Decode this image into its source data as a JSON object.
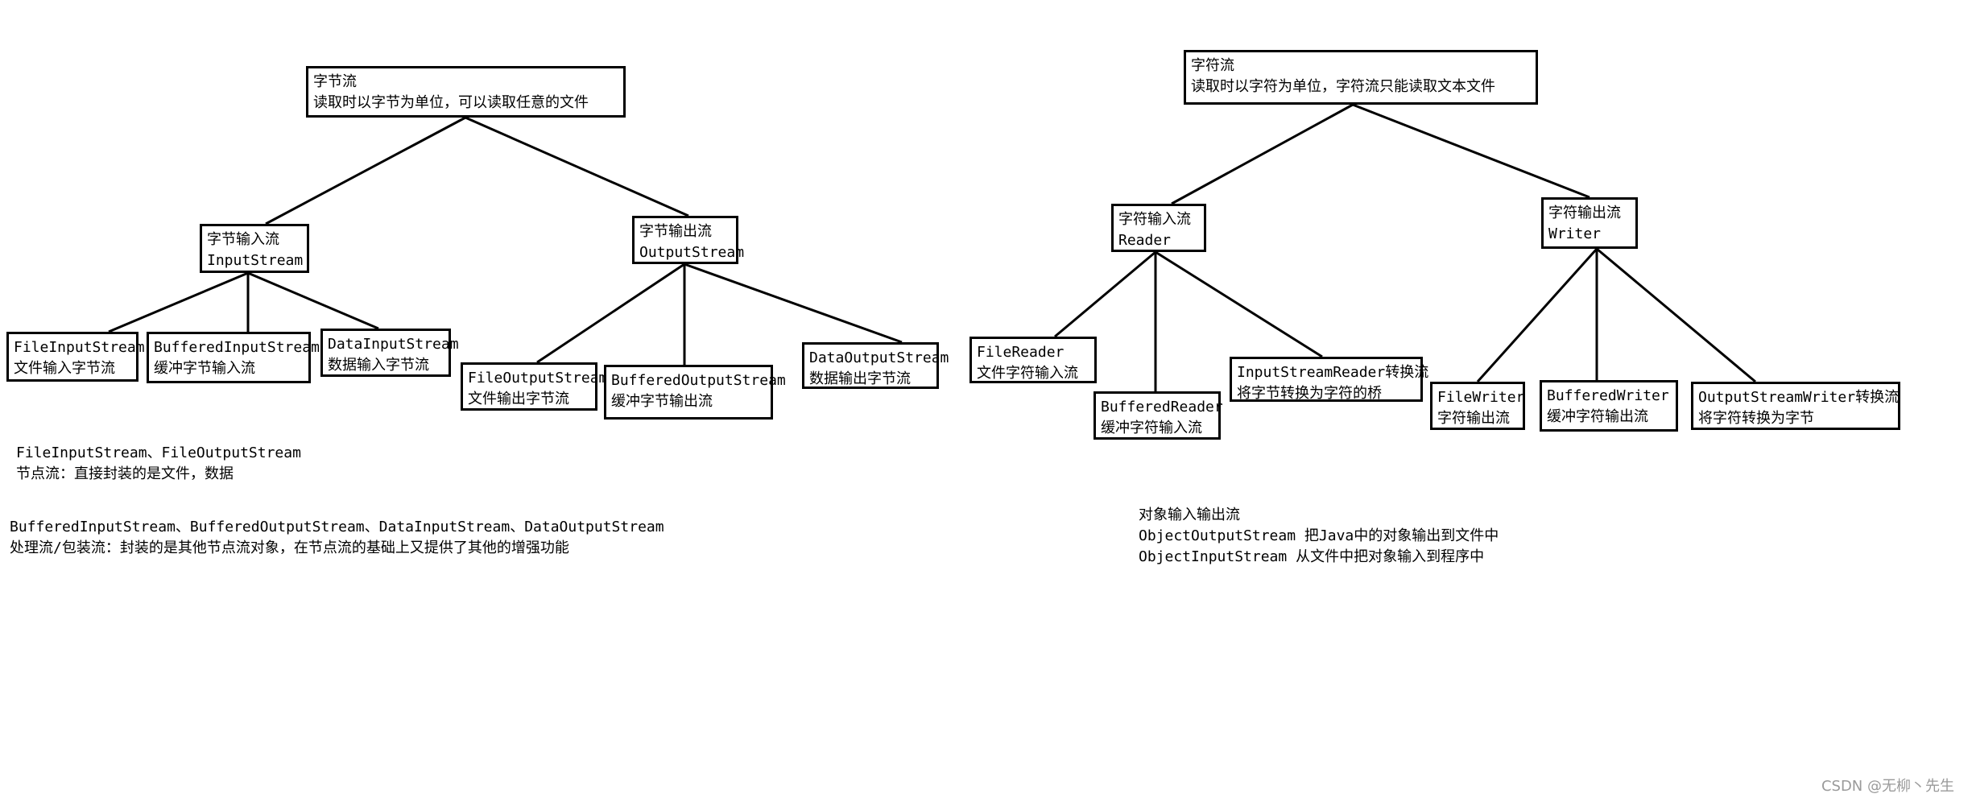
{
  "byte": {
    "root": {
      "line1": "字节流",
      "line2": "读取时以字节为单位，可以读取任意的文件"
    },
    "input": {
      "line1": "字节输入流",
      "line2": "InputStream"
    },
    "output": {
      "line1": "字节输出流",
      "line2": "OutputStream"
    },
    "file_input": {
      "line1": "FileInputStream",
      "line2": "文件输入字节流"
    },
    "buffered_input": {
      "line1": "BufferedInputStream",
      "line2": "缓冲字节输入流"
    },
    "data_input": {
      "line1": "DataInputStream",
      "line2": "数据输入字节流"
    },
    "file_output": {
      "line1": "FileOutputStream",
      "line2": "文件输出字节流"
    },
    "buffered_output": {
      "line1": "BufferedOutputStream",
      "line2": "缓冲字节输出流"
    },
    "data_output": {
      "line1": "DataOutputStream",
      "line2": "数据输出字节流"
    }
  },
  "char": {
    "root": {
      "line1": "字符流",
      "line2": "读取时以字符为单位，字符流只能读取文本文件"
    },
    "input": {
      "line1": "字符输入流",
      "line2": "Reader"
    },
    "output": {
      "line1": "字符输出流",
      "line2": "Writer"
    },
    "file_reader": {
      "line1": "FileReader",
      "line2": "文件字符输入流"
    },
    "buffered_reader": {
      "line1": "BufferedReader",
      "line2": "缓冲字符输入流"
    },
    "isr": {
      "line1": "InputStreamReader转换流",
      "line2": "将字节转换为字符的桥"
    },
    "file_writer": {
      "line1": "FileWriter",
      "line2": "字符输出流"
    },
    "buffered_writer": {
      "line1": "BufferedWriter",
      "line2": "缓冲字符输出流"
    },
    "osw": {
      "line1": "OutputStreamWriter转换流",
      "line2": "将字符转换为字节"
    }
  },
  "notes": {
    "node_streams": {
      "line1": "FileInputStream、FileOutputStream",
      "line2": "节点流：直接封装的是文件，数据"
    },
    "processing_streams": {
      "line1": "BufferedInputStream、BufferedOutputStream、DataInputStream、DataOutputStream",
      "line2": "处理流/包装流：封装的是其他节点流对象，在节点流的基础上又提供了其他的增强功能"
    },
    "object_streams": {
      "line1": "对象输入输出流",
      "line2": "ObjectOutputStream  把Java中的对象输出到文件中",
      "line3": "ObjectInputStream  从文件中把对象输入到程序中"
    }
  },
  "watermark": "CSDN @无柳丶先生"
}
